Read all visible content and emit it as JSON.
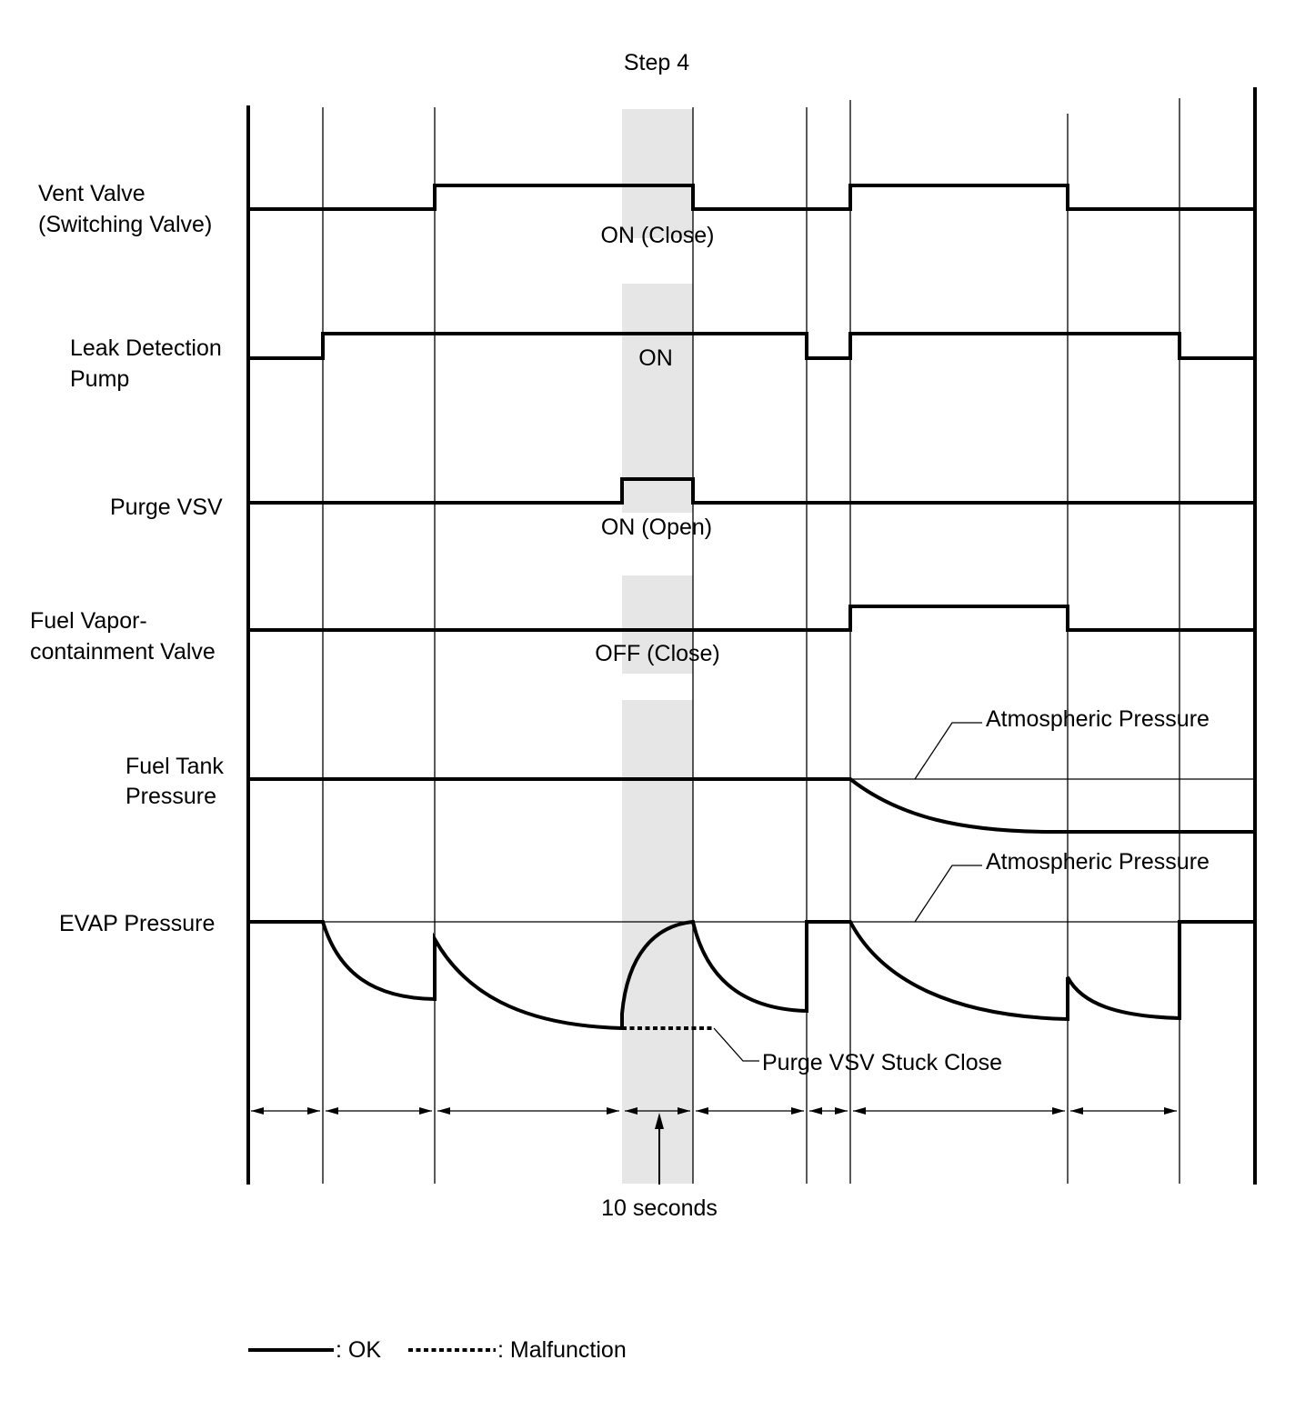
{
  "title": "Step 4",
  "rows": [
    {
      "id": "vent",
      "label_lines": [
        "Vent Valve",
        "(Switching Valve)"
      ],
      "state_label": "ON (Close)"
    },
    {
      "id": "pump",
      "label_lines": [
        "Leak Detection",
        "Pump"
      ],
      "state_label": "ON"
    },
    {
      "id": "purge",
      "label_lines": [
        "Purge VSV"
      ],
      "state_label": "ON (Open)"
    },
    {
      "id": "fvcv",
      "label_lines": [
        "Fuel Vapor-",
        "containment Valve"
      ],
      "state_label": "OFF (Close)"
    },
    {
      "id": "tank",
      "label_lines": [
        "Fuel Tank",
        "Pressure"
      ],
      "annotation": "Atmospheric Pressure"
    },
    {
      "id": "evap",
      "label_lines": [
        "EVAP Pressure"
      ],
      "annotation": "Atmospheric Pressure",
      "malfunction_note": "Purge VSV Stuck Close"
    }
  ],
  "duration_label": "10 seconds",
  "legend": {
    "ok_label": ": OK",
    "malfunction_label": ": Malfunction"
  },
  "colors": {
    "line": "#000000",
    "highlight": "#e6e6e6"
  }
}
